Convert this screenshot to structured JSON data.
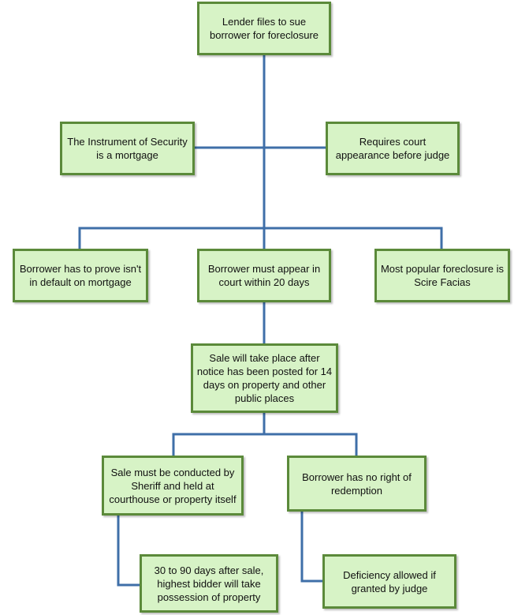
{
  "nodes": {
    "lender_files": "Lender files to sue borrower for foreclosure",
    "instrument_mortgage": "The Instrument of Security is a mortgage",
    "court_appearance": "Requires court appearance before judge",
    "prove_not_default": "Borrower has to prove isn't in default on mortgage",
    "appear_20_days": "Borrower must appear in court within 20 days",
    "scire_facias": "Most popular foreclosure is Scire Facias",
    "sale_notice": "Sale will take place after notice has been posted for 14 days on property and other public places",
    "sheriff_sale": "Sale must be conducted by Sheriff and held at courthouse or property itself",
    "no_redemption": "Borrower has no right of redemption",
    "possession": "30 to 90 days after sale, highest bidder will take possession of property",
    "deficiency": "Deficiency allowed if granted by judge"
  },
  "colors": {
    "node_fill": "#d7f3c6",
    "node_border": "#5b8a3a",
    "connector": "#3f6fa8"
  }
}
